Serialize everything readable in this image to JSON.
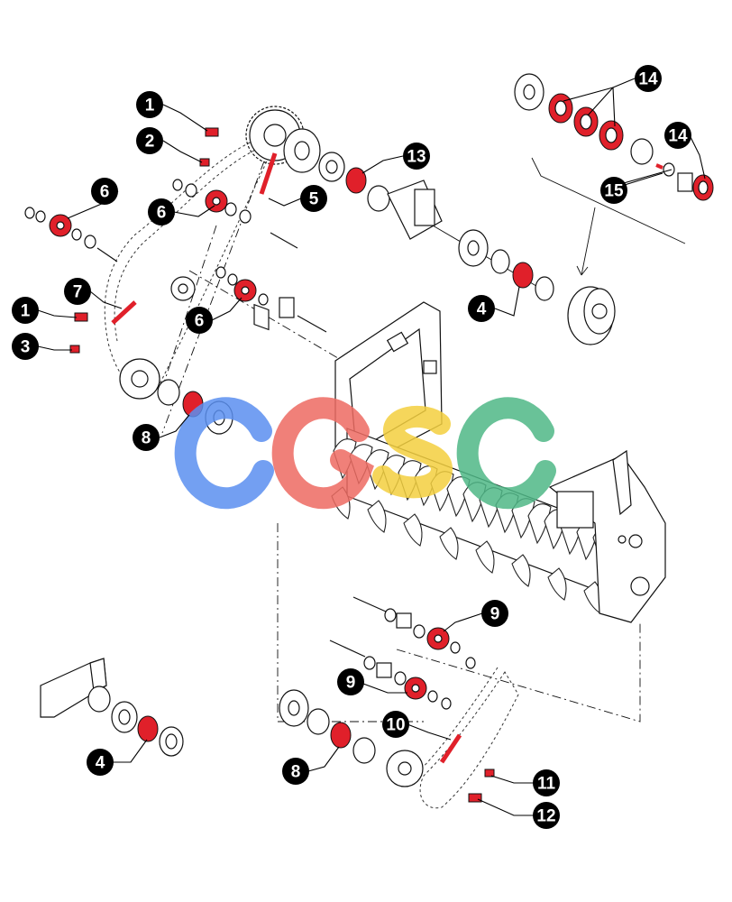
{
  "colors": {
    "highlight": "#e0202a",
    "line": "#111111",
    "callout": "#000000",
    "watermark_blue": "#5b8ff0",
    "watermark_red": "#ee6b62",
    "watermark_yellow": "#f4d03f",
    "watermark_green": "#4fb887"
  },
  "callouts": {
    "c1a": "1",
    "c2": "2",
    "c6a": "6",
    "c6b": "6",
    "c5": "5",
    "c13": "13",
    "c14a": "14",
    "c14b": "14",
    "c15": "15",
    "c1b": "1",
    "c7": "7",
    "c3": "3",
    "c6c": "6",
    "c4a": "4",
    "c8a": "8",
    "c9a": "9",
    "c9b": "9",
    "c10": "10",
    "c11": "11",
    "c12": "12",
    "c4b": "4",
    "c8b": "8"
  },
  "watermark": {
    "logo": "CGSC"
  }
}
